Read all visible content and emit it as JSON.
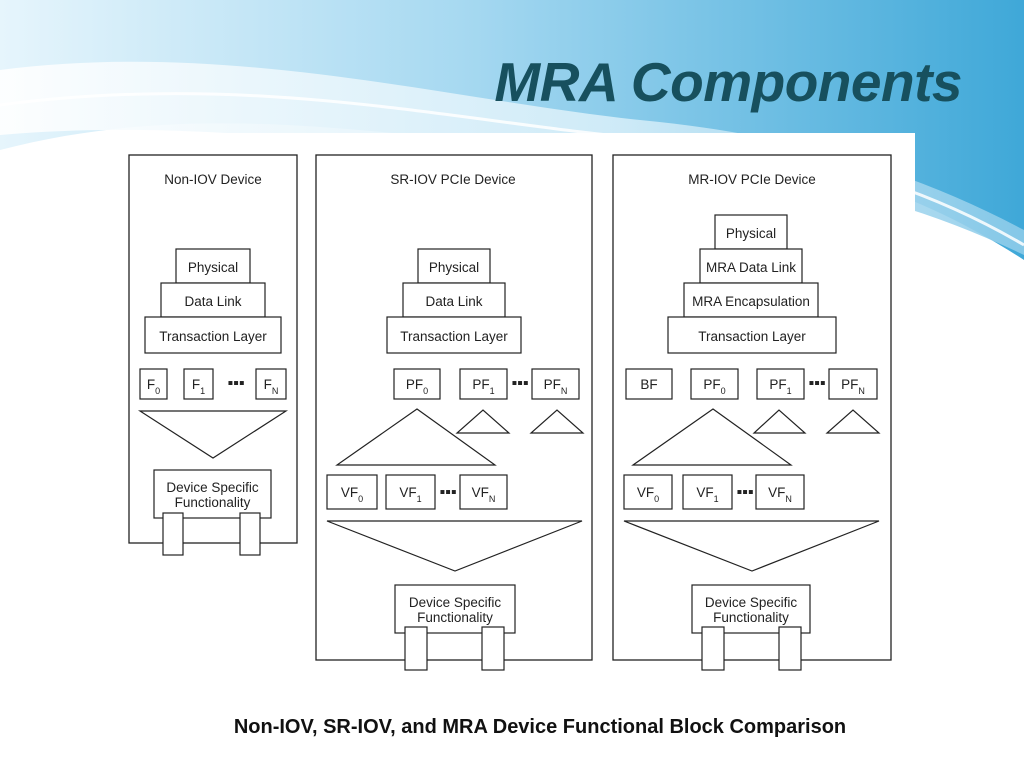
{
  "slide": {
    "title": "MRA Components",
    "caption": "Non-IOV, SR-IOV, and MRA Device Functional Block Comparison"
  },
  "colors": {
    "title": "#17505e",
    "wave_dark": "#3da6d6",
    "wave_light": "#bfe3f3"
  },
  "diagram": {
    "ellipsis": "▪▪▪",
    "non_iov": {
      "header": "Non-IOV Device",
      "layers": [
        "Physical",
        "Data Link",
        "Transaction Layer"
      ],
      "functions": [
        {
          "base": "F",
          "sub": "0"
        },
        {
          "base": "F",
          "sub": "1"
        },
        {
          "base": "F",
          "sub": "N"
        }
      ],
      "dsf": [
        "Device Specific",
        "Functionality"
      ]
    },
    "sr_iov": {
      "header": "SR-IOV PCIe Device",
      "layers": [
        "Physical",
        "Data Link",
        "Transaction Layer"
      ],
      "pfs": [
        {
          "base": "PF",
          "sub": "0"
        },
        {
          "base": "PF",
          "sub": "1"
        },
        {
          "base": "PF",
          "sub": "N"
        }
      ],
      "vfs": [
        {
          "base": "VF",
          "sub": "0"
        },
        {
          "base": "VF",
          "sub": "1"
        },
        {
          "base": "VF",
          "sub": "N"
        }
      ],
      "dsf": [
        "Device Specific",
        "Functionality"
      ]
    },
    "mr_iov": {
      "header": "MR-IOV PCIe Device",
      "layers": [
        "Physical",
        "MRA Data Link",
        "MRA Encapsulation",
        "Transaction Layer"
      ],
      "bf": "BF",
      "pfs": [
        {
          "base": "PF",
          "sub": "0"
        },
        {
          "base": "PF",
          "sub": "1"
        },
        {
          "base": "PF",
          "sub": "N"
        }
      ],
      "vfs": [
        {
          "base": "VF",
          "sub": "0"
        },
        {
          "base": "VF",
          "sub": "1"
        },
        {
          "base": "VF",
          "sub": "N"
        }
      ],
      "dsf": [
        "Device Specific",
        "Functionality"
      ]
    }
  }
}
